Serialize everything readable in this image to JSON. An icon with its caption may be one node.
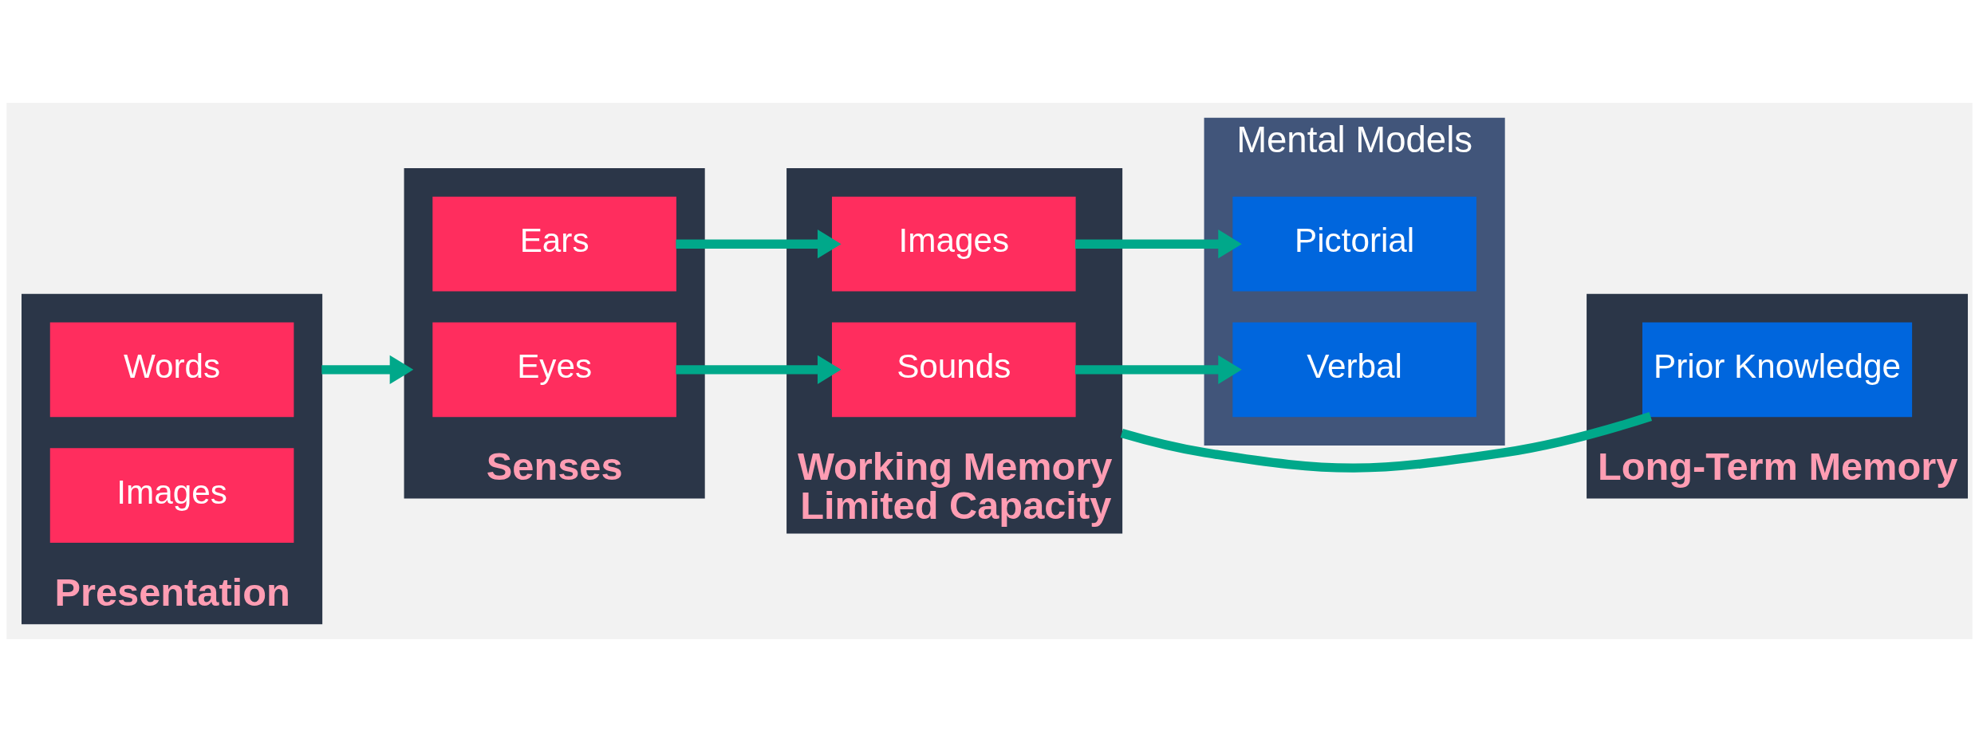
{
  "diagram": {
    "nodes": [
      {
        "text": [
          "Presentation"
        ]
      },
      {
        "text": [
          "Words"
        ],
        "in": 0
      },
      {
        "text": [
          "Images"
        ],
        "in": 0
      },
      {
        "text": [
          "Senses"
        ]
      },
      {
        "text": [
          "Eyes"
        ],
        "in": 3
      },
      {
        "text": [
          "Ears"
        ],
        "in": 3
      },
      {
        "text": [
          "Working Memory",
          "Limited Capacity"
        ]
      },
      {
        "text": [
          "Sounds"
        ],
        "in": 6
      },
      {
        "text": [
          "Images"
        ],
        "in": 6
      },
      {
        "text": [
          "Mental Models"
        ]
      },
      {
        "text": [
          "Verbal"
        ],
        "in": 9
      },
      {
        "text": [
          "Pictorial"
        ],
        "in": 9
      },
      {
        "text": [
          "Long-Term Memory"
        ]
      },
      {
        "text": [
          "Prior Knowledge"
        ],
        "in": 12
      }
    ],
    "edges": [
      {
        "from": 0,
        "to": 3,
        "arrow": "to"
      },
      {
        "from": 4,
        "to": 7,
        "arrow": "to"
      },
      {
        "from": 5,
        "to": 8,
        "arrow": "to"
      },
      {
        "from": 7,
        "to": 10,
        "arrow": "to"
      },
      {
        "from": 8,
        "to": 11,
        "arrow": "to"
      },
      {
        "from": 6,
        "to": 13,
        "arrow": "none"
      }
    ]
  }
}
